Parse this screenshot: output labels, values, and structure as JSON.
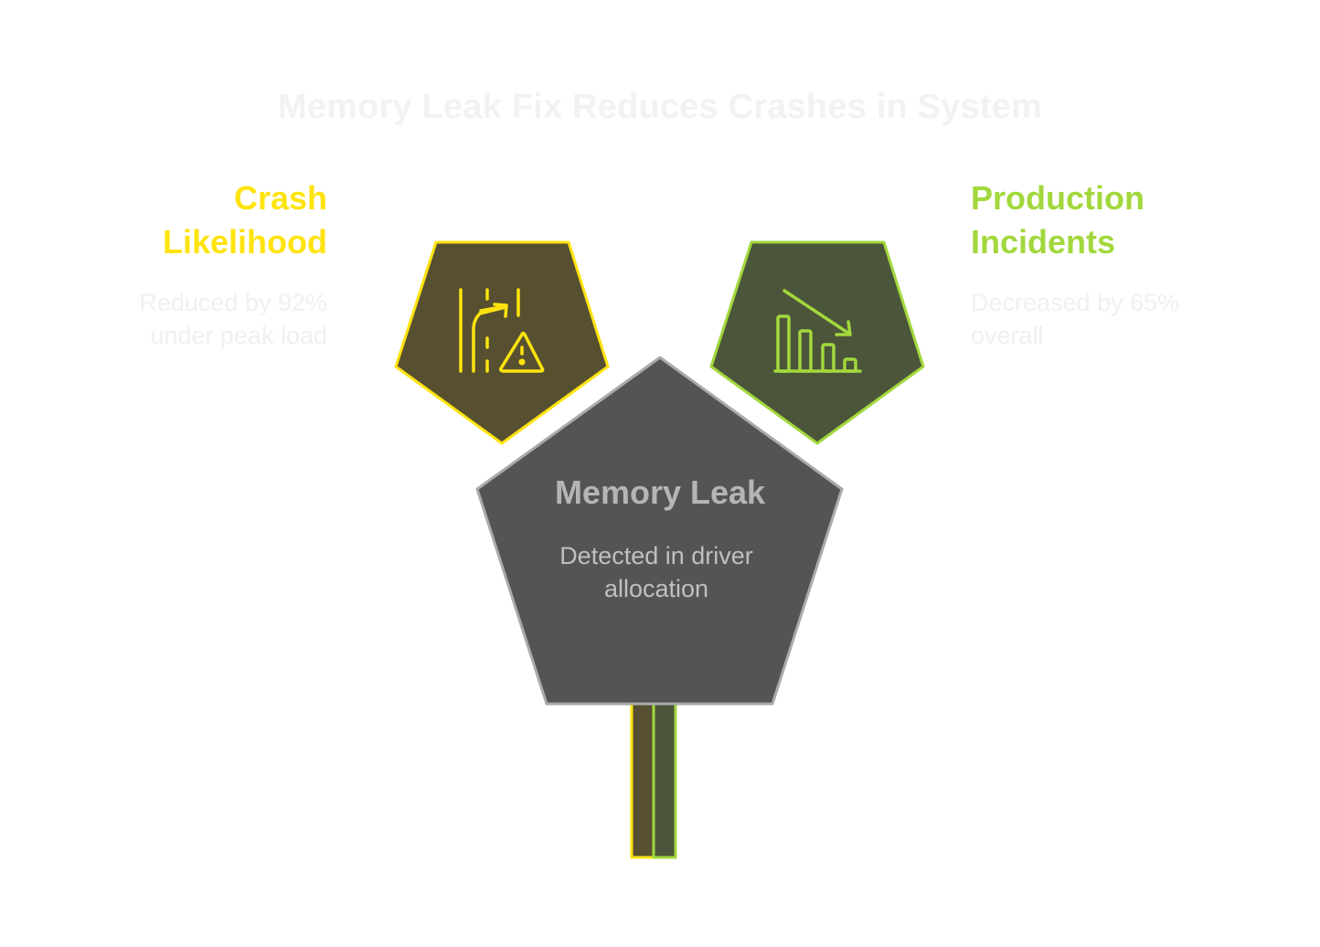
{
  "title": "Memory Leak Fix Reduces Crashes in System",
  "colors": {
    "yellow_accent": "#FFE30F",
    "yellow_fill": "#575030",
    "green_accent": "#A2D83C",
    "green_fill": "#4B553A",
    "center_fill": "#545454",
    "center_stroke": "#AAAAAA",
    "center_text": "#B5B5B5"
  },
  "left_item": {
    "heading_line1": "Crash",
    "heading_line2": "Likelihood",
    "desc_line1": "Reduced by 92%",
    "desc_line2": "under peak load",
    "icon": "road-merge-warning-icon"
  },
  "right_item": {
    "heading_line1": "Production",
    "heading_line2": "Incidents",
    "desc_line1": "Decreased by 65%",
    "desc_line2": "overall",
    "icon": "bar-chart-decrease-icon"
  },
  "center_item": {
    "title": "Memory Leak",
    "desc_line1": "Detected in driver",
    "desc_line2": "allocation"
  }
}
